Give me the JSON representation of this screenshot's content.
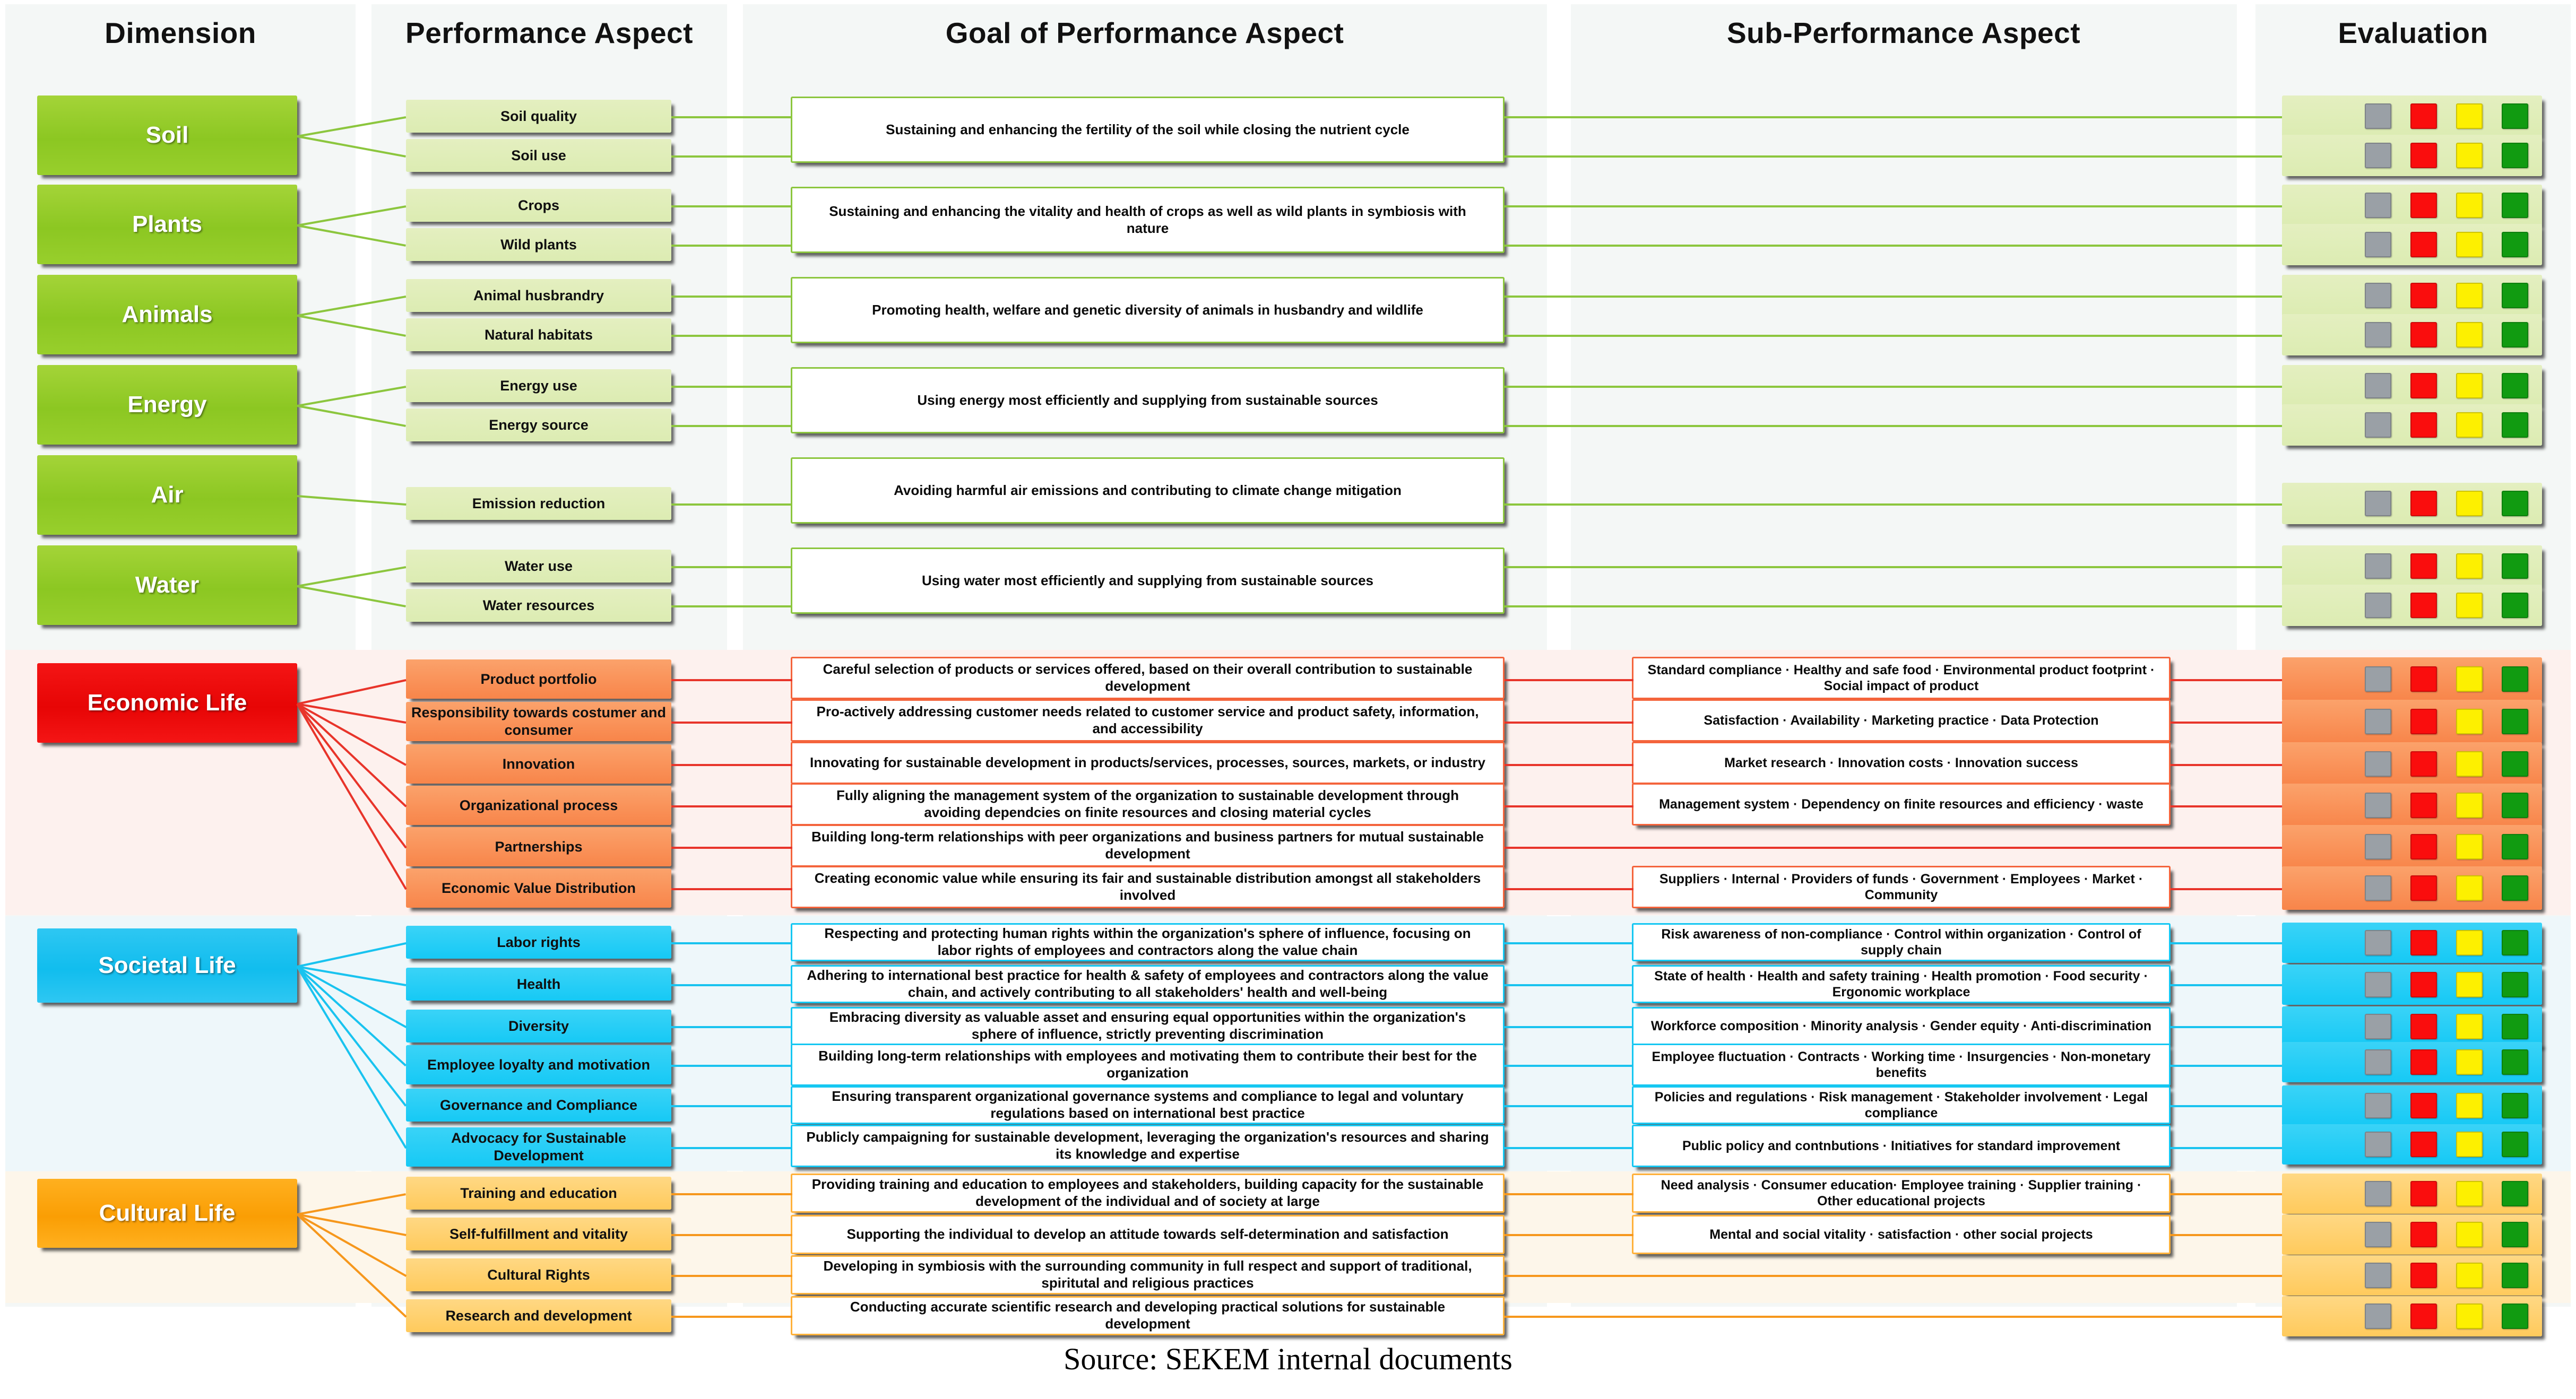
{
  "headers": [
    {
      "label": "Dimension"
    },
    {
      "label": "Performance Aspect"
    },
    {
      "label": "Goal of Performance Aspect"
    },
    {
      "label": "Sub-Performance Aspect"
    },
    {
      "label": "Evaluation"
    }
  ],
  "caption": "Source: SEKEM internal documents",
  "evaluation_swatches": [
    {
      "name": "grey",
      "color": "#9aa0a6"
    },
    {
      "name": "red",
      "color": "#fa0d0d"
    },
    {
      "name": "yellow",
      "color": "#fdf000"
    },
    {
      "name": "green",
      "color": "#119b11"
    }
  ],
  "colors": {
    "green": "#8cc722",
    "light_green": "#dcecb2",
    "red": "#e70505",
    "orange_aspect": "#f8854a",
    "cyan": "#16c9f5",
    "gold": "#ffca5c",
    "goal_border_green": "#8cc63e",
    "goal_border_red": "#f4643c",
    "goal_border_blue": "#15c7f2",
    "goal_border_orange": "#ffb13b"
  },
  "rows": [
    {
      "dimension": "Soil",
      "aspects": [
        "Soil quality",
        "Soil use"
      ],
      "goal": "Sustaining and enhancing the fertility of the soil while closing the nutrient cycle",
      "subs": []
    },
    {
      "dimension": "Plants",
      "aspects": [
        "Crops",
        "Wild plants"
      ],
      "goal": "Sustaining and enhancing the vitality and health of crops as well as wild plants in symbiosis with nature",
      "subs": []
    },
    {
      "dimension": "Animals",
      "aspects": [
        "Animal husbrandry",
        "Natural habitats"
      ],
      "goal": "Promoting health, welfare and genetic diversity of animals in husbandry and wildlife",
      "subs": []
    },
    {
      "dimension": "Energy",
      "aspects": [
        "Energy use",
        "Energy source"
      ],
      "goal": "Using energy most efficiently and supplying from sustainable sources",
      "subs": []
    },
    {
      "dimension": "Air",
      "aspects": [
        "Emission reduction"
      ],
      "goal": "Avoiding harmful air emissions and contributing to climate change mitigation",
      "subs": []
    },
    {
      "dimension": "Water",
      "aspects": [
        "Water use",
        "Water resources"
      ],
      "goal": "Using water most efficiently and supplying from sustainable sources",
      "subs": []
    }
  ],
  "economic": {
    "dimension": "Economic Life",
    "aspects": [
      "Product portfolio",
      "Responsibility towards costumer and consumer",
      "Innovation",
      "Organizational process",
      "Partnerships",
      "Economic Value Distribution"
    ],
    "goals": [
      "Careful selection of products or services offered, based on their overall contribution to sustainable development",
      "Pro-actively addressing customer needs related to customer service and product safety, information, and accessibility",
      "Innovating for sustainable development in products/services, processes, sources, markets, or industry",
      "Fully aligning the management system of the organization to sustainable development through avoiding dependcies on finite resources and closing material cycles",
      "Building long-term relationships with peer organizations and business partners for mutual sustainable development",
      "Creating economic value while ensuring its fair and sustainable distribution amongst all stakeholders involved"
    ],
    "subs": [
      "Standard compliance · Healthy and safe food · Environmental product footprint · Social impact of product",
      "Satisfaction · Availability · Marketing practice · Data Protection",
      "Market research · Innovation costs · Innovation success",
      "Management system · Dependency on finite resources and efficiency · waste",
      "",
      "Suppliers · Internal · Providers of funds · Government · Employees · Market · Community"
    ]
  },
  "societal": {
    "dimension": "Societal Life",
    "aspects": [
      "Labor rights",
      "Health",
      "Diversity",
      "Employee loyalty and motivation",
      "Governance and Compliance",
      "Advocacy for Sustainable Development"
    ],
    "goals": [
      "Respecting and protecting human rights within the organization's sphere of influence, focusing on labor rights of employees and contractors along the value chain",
      "Adhering to international best practice for health & safety of employees and contractors along the value chain, and actively contributing to all stakeholders' health and well-being",
      "Embracing diversity as valuable asset and ensuring equal opportunities within the organization's sphere of influence, strictly preventing discrimination",
      "Building long-term relationships with employees and motivating them to contribute their best for the organization",
      "Ensuring transparent organizational governance systems and compliance to legal and voluntary regulations based on international best practice",
      "Publicly campaigning for sustainable development, leveraging the organization's resources and sharing its knowledge and expertise"
    ],
    "subs": [
      "Risk awareness of non-compliance · Control within organization · Control of supply chain",
      "State of health · Health and safety training · Health promotion · Food security · Ergonomic workplace",
      "Workforce composition · Minority analysis · Gender equity · Anti-discrimination",
      "Employee fluctuation · Contracts · Working time · Insurgencies · Non-monetary benefits",
      "Policies and regulations · Risk management · Stakeholder involvement · Legal compliance",
      "Public policy and contnbutions · Initiatives for standard improvement"
    ]
  },
  "cultural": {
    "dimension": "Cultural Life",
    "aspects": [
      "Training and education",
      "Self-fulfillment and vitality",
      "Cultural Rights",
      "Research and development"
    ],
    "goals": [
      "Providing training and education to employees and stakeholders, building capacity for the sustainable development of the individual and of society at large",
      "Supporting the individual to develop an attitude towards self-determination and satisfaction",
      "Developing in symbiosis with the surrounding community in full respect and support of traditional, spiritutal and religious practices",
      "Conducting accurate scientific research and developing practical solutions for sustainable development"
    ],
    "subs": [
      "Need analysis · Consumer education· Employee training · Supplier training · Other educational projects",
      "Mental and social vitality · satisfaction · other social projects",
      "",
      ""
    ]
  }
}
